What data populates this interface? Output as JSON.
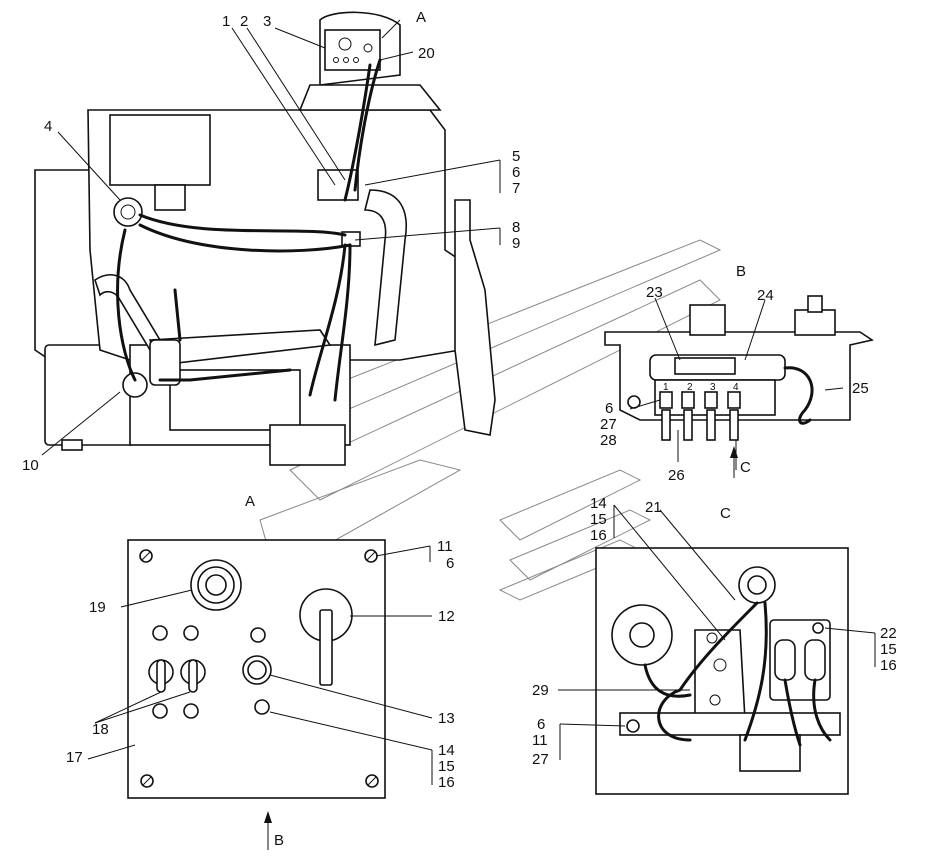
{
  "views": {
    "a": "A",
    "b": "B",
    "c": "C"
  },
  "arrows": {
    "view_b": "B",
    "view_c": "C"
  },
  "callouts": {
    "p1": "1",
    "p2": "2",
    "p3": "3",
    "p4": "4",
    "p5": "5",
    "p6": "6",
    "p7": "7",
    "p8": "8",
    "p9": "9",
    "p10": "10",
    "p20": "20",
    "p23": "23",
    "p24": "24",
    "p25": "25",
    "b6": "6",
    "b27": "27",
    "b28": "28",
    "b26": "26",
    "t1": "1",
    "t2": "2",
    "t3": "3",
    "t4": "4",
    "a11": "11",
    "a6": "6",
    "a12": "12",
    "a13": "13",
    "a19": "19",
    "a18": "18",
    "a17": "17",
    "a14": "14",
    "a15": "15",
    "a16": "16",
    "c14": "14",
    "c15": "15",
    "c16": "16",
    "c21": "21",
    "c22": "22",
    "c15b": "15",
    "c16b": "16",
    "c29": "29",
    "c6": "6",
    "c11": "11",
    "c27": "27"
  }
}
